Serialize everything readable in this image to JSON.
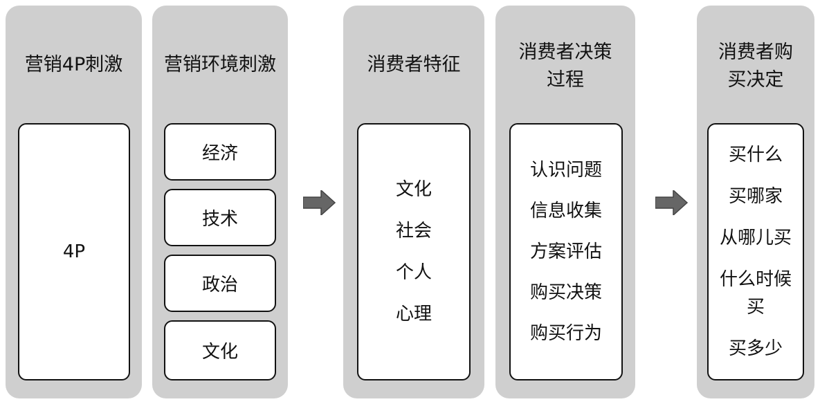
{
  "columns": {
    "c1": {
      "title": "营销4P刺激",
      "box": "4P"
    },
    "c2": {
      "title": "营销环境刺激",
      "items": [
        "经济",
        "技术",
        "政治",
        "文化"
      ]
    },
    "c3": {
      "title": "消费者特征",
      "items": [
        "文化",
        "社会",
        "个人",
        "心理"
      ]
    },
    "c4": {
      "title": "消费者决策\n过程",
      "items": [
        "认识问题",
        "信息收集",
        "方案评估",
        "购买决策",
        "购买行为"
      ]
    },
    "c5": {
      "title": "消费者购\n买决定",
      "items": [
        "买什么",
        "买哪家",
        "从哪儿买",
        "什么时候\n买",
        "买多少"
      ]
    }
  },
  "colors": {
    "panel": "#cfcfcf",
    "arrow": "#666666",
    "border": "#111111"
  },
  "icons": [
    "right-arrow-icon"
  ]
}
